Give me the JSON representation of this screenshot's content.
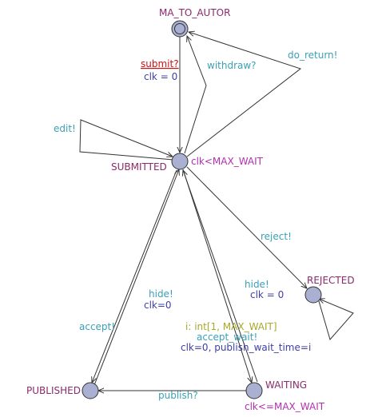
{
  "locations": {
    "ma_to_autor": "MA_TO_AUTOR",
    "submitted": "SUBMITTED",
    "rejected": "REJECTED",
    "published": "PUBLISHED",
    "waiting": "WAITING"
  },
  "invariants": {
    "submitted": "clk<MAX_WAIT",
    "waiting": "clk<=MAX_WAIT"
  },
  "edges": {
    "submit_sync": "submit?",
    "submit_assign": "clk = 0",
    "withdraw_sync": "withdraw?",
    "do_return_sync": "do_return!",
    "edit_sync": "edit!",
    "reject_sync": "reject!",
    "hide_rejected_sync": "hide!",
    "hide_rejected_assign": "clk = 0",
    "hide_published_sync": "hide!",
    "hide_published_assign": "clk=0",
    "accept_sync": "accept!",
    "accept_wait_select": "i: int[1, MAX_WAIT]",
    "accept_wait_sync": "accept_wait!",
    "accept_wait_assign": "clk=0, publish_wait_time=i",
    "publish_sync": "publish?"
  },
  "colors": {
    "location_name": "#8b2a6b",
    "sync": "#3ba0b4",
    "assignment": "#3f3fa8",
    "invariant": "#b22fb0",
    "select": "#a8a82a",
    "state_fill": "#a9b0d2",
    "edge": "#333333"
  }
}
